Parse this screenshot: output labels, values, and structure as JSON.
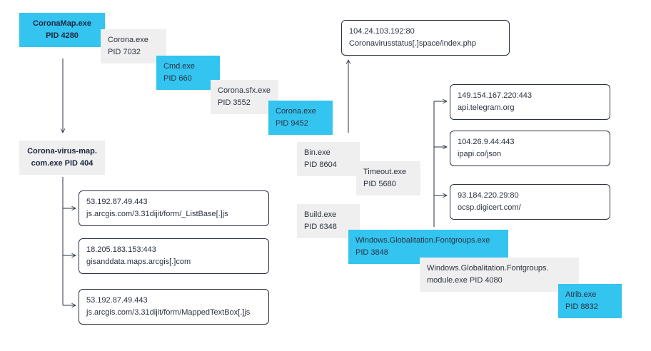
{
  "processes": {
    "coronamap": {
      "name": "CoronaMap.exe",
      "pid": "PID 4280"
    },
    "corona_7032": {
      "name": "Corona.exe",
      "pid": "PID 7032"
    },
    "cmd": {
      "name": "Cmd.exe",
      "pid": "PID 660"
    },
    "corona_sfx": {
      "name": "Corona.sfx.exe",
      "pid": "PID 3552"
    },
    "corona_9452": {
      "name": "Corona.exe",
      "pid": "PID 9452"
    },
    "corona_virus_map": {
      "name": "Corona-virus-map.",
      "pid": "com.exe  PID 404"
    },
    "bin": {
      "name": "Bin.exe",
      "pid": "PID 8604"
    },
    "timeout": {
      "name": "Timeout.exe",
      "pid": "PID 5680"
    },
    "build": {
      "name": "Build.exe",
      "pid": "PID 6348"
    },
    "fontgroups": {
      "name": "Windows.Globalitation.Fontgroups.exe",
      "pid": "PID 3848"
    },
    "fontgroups_module": {
      "name": "Windows.Globalitation.Fontgroups.",
      "pid": "module.exe  PID 4080"
    },
    "atrib": {
      "name": "Atrib.exe",
      "pid": "PID 8832"
    }
  },
  "connections": {
    "coronavirusstatus": {
      "ip": "104.24.103.192:80",
      "host": "Coronavirusstatus[.]space/index.php"
    },
    "telegram": {
      "ip": "149.154.167.220:443",
      "host": "api.telegram.org"
    },
    "ipapi": {
      "ip": "104.26.9.44:443",
      "host": "ipapi.co/json"
    },
    "digicert": {
      "ip": "93.184.220.29:80",
      "host": "ocsp.digicert.com/"
    },
    "arcgis_listbase": {
      "ip": "53.192.87.49.443",
      "host": "js.arcgis.com/3.31dijit/form/_ListBase[.]js"
    },
    "arcgis_gisanddata": {
      "ip": "18.205.183.153:443",
      "host": "gisanddata.maps.arcgis[.]com"
    },
    "arcgis_mapped": {
      "ip": "53.192.87.49.443",
      "host": "js.arcgis.com/3.31dijit/form/MappedTextBox[.]js"
    }
  }
}
